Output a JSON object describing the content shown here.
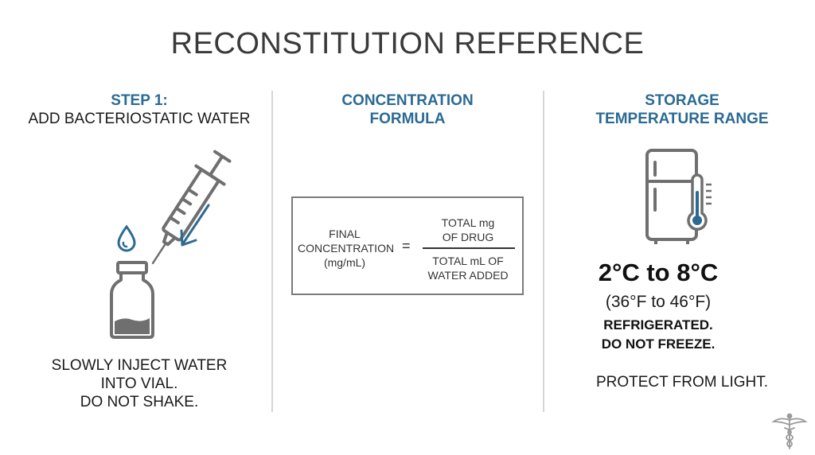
{
  "title": "RECONSTITUTION REFERENCE",
  "step1": {
    "heading": "STEP 1:",
    "subheading": "ADD BACTERIOSTATIC WATER",
    "instruction_line1": "SLOWLY INJECT WATER",
    "instruction_line2": "INTO VIAL.",
    "instruction_line3": "DO NOT SHAKE."
  },
  "formula": {
    "heading_line1": "CONCENTRATION",
    "heading_line2": "FORMULA",
    "left_line1": "FINAL",
    "left_line2": "CONCENTRATION",
    "left_line3": "(mg/mL)",
    "equals": "=",
    "numerator_line1": "TOTAL mg",
    "numerator_line2": "OF DRUG",
    "denominator_line1": "TOTAL mL OF",
    "denominator_line2": "WATER ADDED"
  },
  "storage": {
    "heading_line1": "STORAGE",
    "heading_line2": "TEMPERATURE RANGE",
    "celsius": "2°C to 8°C",
    "fahrenheit": "(36°F to 46°F)",
    "refrigerated": "REFRIGERATED.",
    "no_freeze": "DO NOT FREEZE.",
    "light": "PROTECT FROM LIGHT."
  },
  "colors": {
    "accent_blue": "#2b6a93",
    "icon_gray": "#6f6f6f",
    "divider": "#d6d6d6"
  },
  "icons": [
    "syringe-icon",
    "water-drop-icon",
    "arrow-icon",
    "vial-icon",
    "refrigerator-icon",
    "thermometer-icon",
    "caduceus-icon"
  ]
}
